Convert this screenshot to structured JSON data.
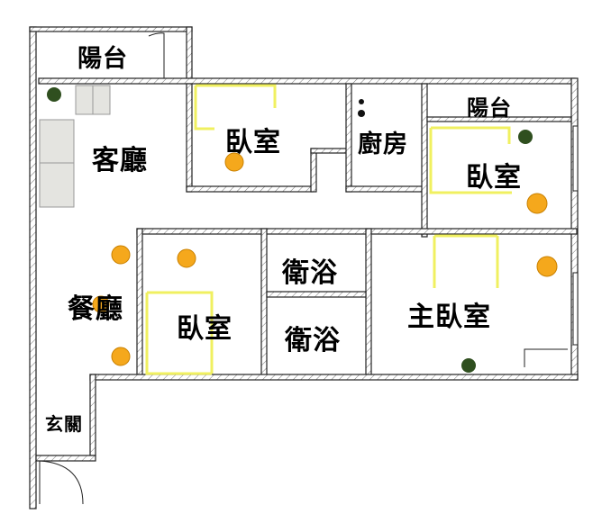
{
  "rooms": {
    "balcony_top": "陽台",
    "living_room": "客廳",
    "bedroom_top": "臥室",
    "kitchen": "廚房",
    "balcony_right": "陽台",
    "bedroom_right": "臥室",
    "dining_room": "餐廳",
    "bedroom_middle": "臥室",
    "bathroom_1": "衛浴",
    "bathroom_2": "衛浴",
    "master_bedroom": "主臥室",
    "entrance": "玄關"
  },
  "colors": {
    "wall": "#555555",
    "window_highlight": "#f0f060",
    "lamp": "#f5a81c",
    "plant": "#2f4f1f",
    "sofa": "#e4e4e0"
  }
}
